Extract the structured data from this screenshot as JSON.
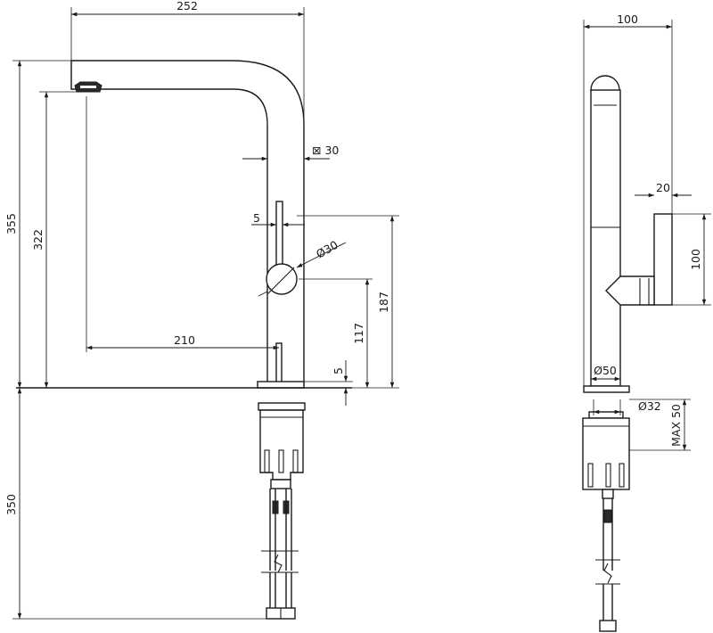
{
  "front_view": {
    "dim_width_total": "252",
    "dim_height_total": "355",
    "dim_spout_height": "322",
    "dim_square": "⊠ 30",
    "dim_lever": "5",
    "dim_handle_diameter": "Ø30",
    "dim_reach": "210",
    "dim_handle_height": "117",
    "dim_lever_top": "187",
    "dim_base": "5",
    "dim_below_deck": "350"
  },
  "side_view": {
    "dim_width": "100",
    "dim_lever_depth": "20",
    "dim_lever_height": "100",
    "dim_base_diameter": "Ø50",
    "dim_hole_diameter": "Ø32",
    "dim_max_deck": "MAX 50"
  }
}
